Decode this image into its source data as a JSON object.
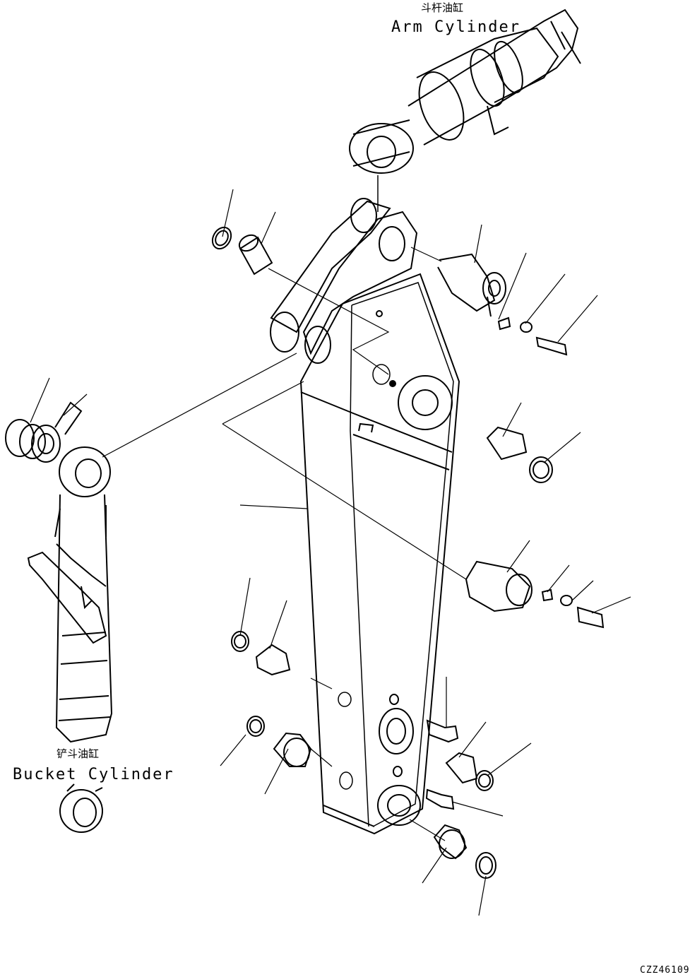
{
  "labels": {
    "arm_cylinder_cn": "斗杆油缸",
    "arm_cylinder_en": "Arm Cylinder",
    "bucket_cylinder_cn": "铲斗油缸",
    "bucket_cylinder_en": "Bucket Cylinder",
    "drawing_code": "CZZ46109"
  },
  "colors": {
    "ink": "#000000",
    "paper": "#ffffff"
  }
}
